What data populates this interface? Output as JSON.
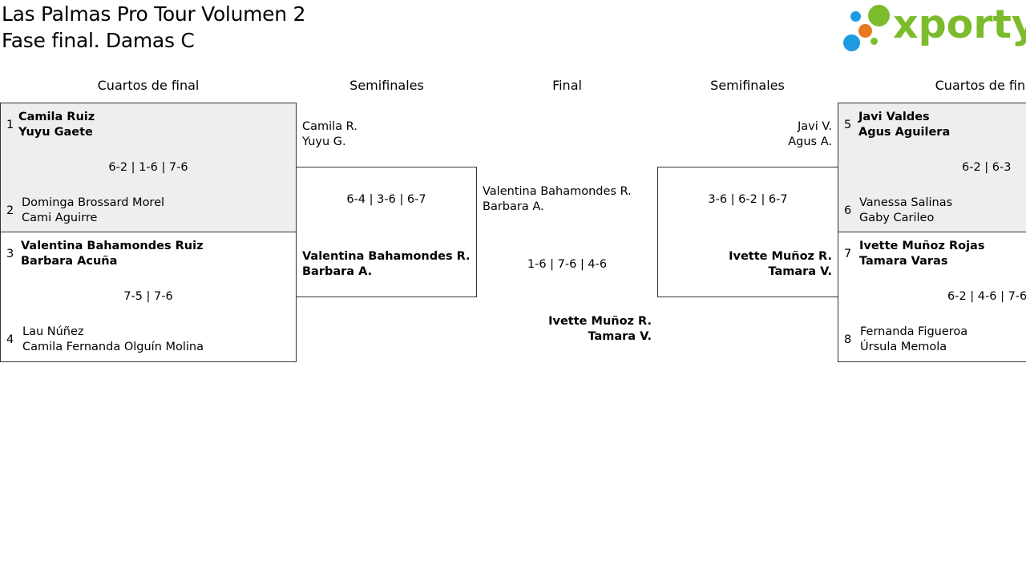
{
  "header": {
    "title_line1": "Las Palmas Pro Tour Volumen 2",
    "title_line2": "Fase final. Damas C",
    "logo_text": "xporty",
    "logo_colors": [
      "#1e9be0",
      "#e8791d",
      "#7cbb2c"
    ]
  },
  "columns": {
    "qf_left": "Cuartos de final",
    "sf_left": "Semifinales",
    "final": "Final",
    "sf_right": "Semifinales",
    "qf_right": "Cuartos de final"
  },
  "qf_left": [
    {
      "top": {
        "seed": "1",
        "p1": "Camila Ruiz",
        "p2": "Yuyu Gaete",
        "winner": true
      },
      "bottom": {
        "seed": "2",
        "p1": "Dominga Brossard Morel",
        "p2": "Cami Aguirre",
        "winner": false
      },
      "score": "6-2 | 1-6 | 7-6"
    },
    {
      "top": {
        "seed": "3",
        "p1": "Valentina Bahamondes Ruiz",
        "p2": "Barbara Acuña",
        "winner": true
      },
      "bottom": {
        "seed": "4",
        "p1": "Lau Núñez",
        "p2": "Camila Fernanda Olguín Molina",
        "winner": false
      },
      "score": "7-5 | 7-6"
    }
  ],
  "sf_left": {
    "top": {
      "p1": "Camila R.",
      "p2": "Yuyu G."
    },
    "bottom": {
      "p1": "Valentina Bahamondes R.",
      "p2": "Barbara A."
    },
    "score": "6-4 | 3-6 | 6-7"
  },
  "final": {
    "top": {
      "p1": "Valentina Bahamondes R.",
      "p2": "Barbara A."
    },
    "bottom": {
      "p1": "Ivette Muñoz R.",
      "p2": "Tamara V."
    },
    "score": "1-6 | 7-6 | 4-6"
  },
  "sf_right": {
    "top": {
      "p1": "Javi V.",
      "p2": "Agus A."
    },
    "bottom": {
      "p1": "Ivette Muñoz R.",
      "p2": "Tamara V."
    },
    "score": "3-6 | 6-2 | 6-7"
  },
  "qf_right": [
    {
      "top": {
        "seed": "5",
        "p1": "Javi Valdes",
        "p2": "Agus Aguilera",
        "winner": true
      },
      "bottom": {
        "seed": "6",
        "p1": "Vanessa Salinas",
        "p2": "Gaby Carileo",
        "winner": false
      },
      "score": "6-2 | 6-3"
    },
    {
      "top": {
        "seed": "7",
        "p1": "Ivette Muñoz Rojas",
        "p2": "Tamara Varas",
        "winner": true
      },
      "bottom": {
        "seed": "8",
        "p1": "Fernanda Figueroa",
        "p2": "Úrsula Memola",
        "winner": false
      },
      "score": "6-2 | 4-6 | 7-6"
    }
  ]
}
